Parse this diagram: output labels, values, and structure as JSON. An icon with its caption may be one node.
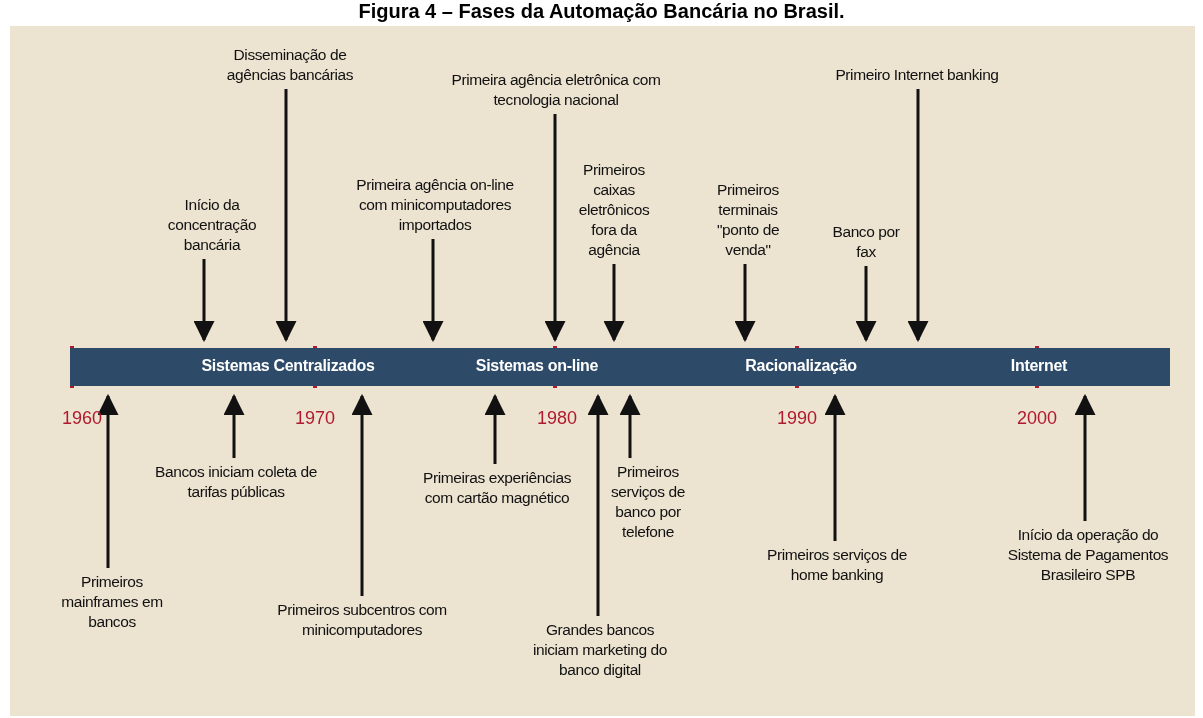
{
  "diagram": {
    "title": "Figura 4 – Fases da Automação Bancária no Brasil.",
    "nodes": [
      {
        "text": [
          "Sistemas Centralizados",
          "Sistemas on-line",
          "Racionalização",
          "Internet"
        ]
      },
      {
        "text": [
          "Início da concentração bancária"
        ]
      },
      {
        "text": [
          "Disseminação de agências bancárias"
        ]
      },
      {
        "text": [
          "Primeira agência on-line com minicomputadores importados"
        ]
      },
      {
        "text": [
          "Primeira agência eletrônica com tecnologia nacional"
        ]
      },
      {
        "text": [
          "Primeiros caixas eletrônicos fora da agência"
        ]
      },
      {
        "text": [
          "Primeiros terminais \"ponto de venda\""
        ]
      },
      {
        "text": [
          "Banco por fax"
        ]
      },
      {
        "text": [
          "Primeiro Internet banking"
        ]
      },
      {
        "text": [
          "Primeiros mainframes em bancos"
        ]
      },
      {
        "text": [
          "Bancos iniciam coleta de tarifas públicas"
        ]
      },
      {
        "text": [
          "Primeiros subcentros com minicomputadores"
        ]
      },
      {
        "text": [
          "Primeiras experiências com cartão magnético"
        ]
      },
      {
        "text": [
          "Grandes bancos iniciam marketing do banco digital"
        ]
      },
      {
        "text": [
          "Primeiros serviços de banco por telefone"
        ]
      },
      {
        "text": [
          "Primeiros serviços de home banking"
        ]
      },
      {
        "text": [
          "Início da operação do Sistema de Pagamentos Brasileiro SPB"
        ]
      }
    ],
    "edges": [
      {
        "from": 1,
        "to": 0,
        "arrow": "to"
      },
      {
        "from": 2,
        "to": 0,
        "arrow": "to"
      },
      {
        "from": 3,
        "to": 0,
        "arrow": "to"
      },
      {
        "from": 4,
        "to": 0,
        "arrow": "to"
      },
      {
        "from": 5,
        "to": 0,
        "arrow": "to"
      },
      {
        "from": 6,
        "to": 0,
        "arrow": "to"
      },
      {
        "from": 7,
        "to": 0,
        "arrow": "to"
      },
      {
        "from": 8,
        "to": 0,
        "arrow": "to"
      },
      {
        "from": 9,
        "to": 0,
        "arrow": "to"
      },
      {
        "from": 10,
        "to": 0,
        "arrow": "to"
      },
      {
        "from": 11,
        "to": 0,
        "arrow": "to"
      },
      {
        "from": 12,
        "to": 0,
        "arrow": "to"
      },
      {
        "from": 13,
        "to": 0,
        "arrow": "to"
      },
      {
        "from": 14,
        "to": 0,
        "arrow": "to"
      },
      {
        "from": 15,
        "to": 0,
        "arrow": "to"
      },
      {
        "from": 16,
        "to": 0,
        "arrow": "to"
      }
    ],
    "labels": [
      "1960",
      "1970",
      "1980",
      "1990",
      "2000"
    ]
  }
}
